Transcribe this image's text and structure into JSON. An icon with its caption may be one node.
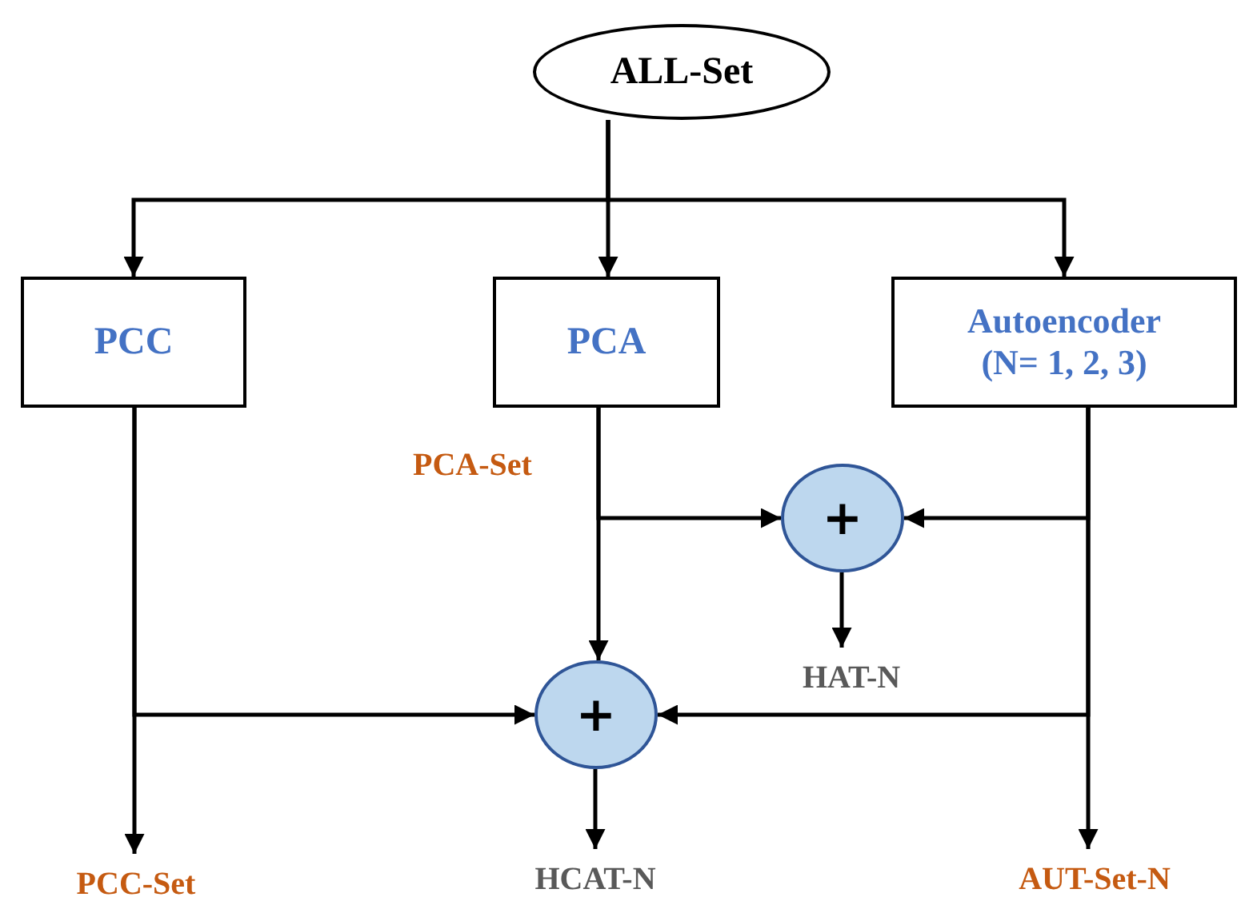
{
  "diagram": {
    "nodes": [
      {
        "text": [
          "ALL-Set"
        ]
      },
      {
        "text": [
          "PCC"
        ]
      },
      {
        "text": [
          "PCA"
        ]
      },
      {
        "text": [
          "Autoencoder (N= 1, 2, 3)"
        ]
      },
      {
        "text": [
          "+"
        ]
      },
      {
        "text": [
          "+"
        ]
      },
      {
        "text": [
          "PCC-Set"
        ]
      },
      {
        "text": [
          "HCAT-N"
        ]
      },
      {
        "text": [
          "HAT-N"
        ]
      },
      {
        "text": [
          "AUT-Set-N"
        ]
      }
    ],
    "edges": [
      {
        "from": 0,
        "to": 1,
        "arrow": "to"
      },
      {
        "from": 0,
        "to": 2,
        "arrow": "to"
      },
      {
        "from": 0,
        "to": 3,
        "arrow": "to"
      },
      {
        "from": 2,
        "to": 4,
        "arrow": "to"
      },
      {
        "from": 3,
        "to": 4,
        "arrow": "to"
      },
      {
        "from": 2,
        "to": 5,
        "arrow": "to"
      },
      {
        "from": 1,
        "to": 5,
        "arrow": "to"
      },
      {
        "from": 3,
        "to": 5,
        "arrow": "to"
      },
      {
        "from": 4,
        "to": 8,
        "arrow": "to"
      },
      {
        "from": 5,
        "to": 7,
        "arrow": "to"
      },
      {
        "from": 1,
        "to": 6,
        "arrow": "to"
      },
      {
        "from": 3,
        "to": 9,
        "arrow": "to"
      }
    ],
    "labels": [
      "PCA-Set"
    ]
  }
}
